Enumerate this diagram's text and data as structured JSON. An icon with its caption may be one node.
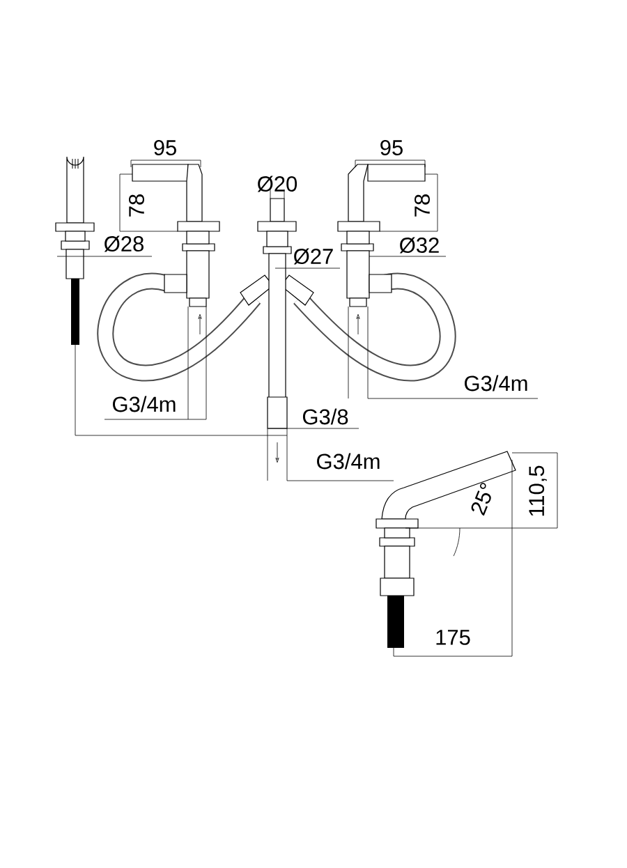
{
  "diagram": {
    "labels": [
      "95",
      "95",
      "Ø20",
      "78",
      "78",
      "Ø28",
      "Ø27",
      "Ø32",
      "G3/4m",
      "G3/4m",
      "G3/8",
      "G3/4m",
      "110,5",
      "25°",
      "175"
    ]
  }
}
